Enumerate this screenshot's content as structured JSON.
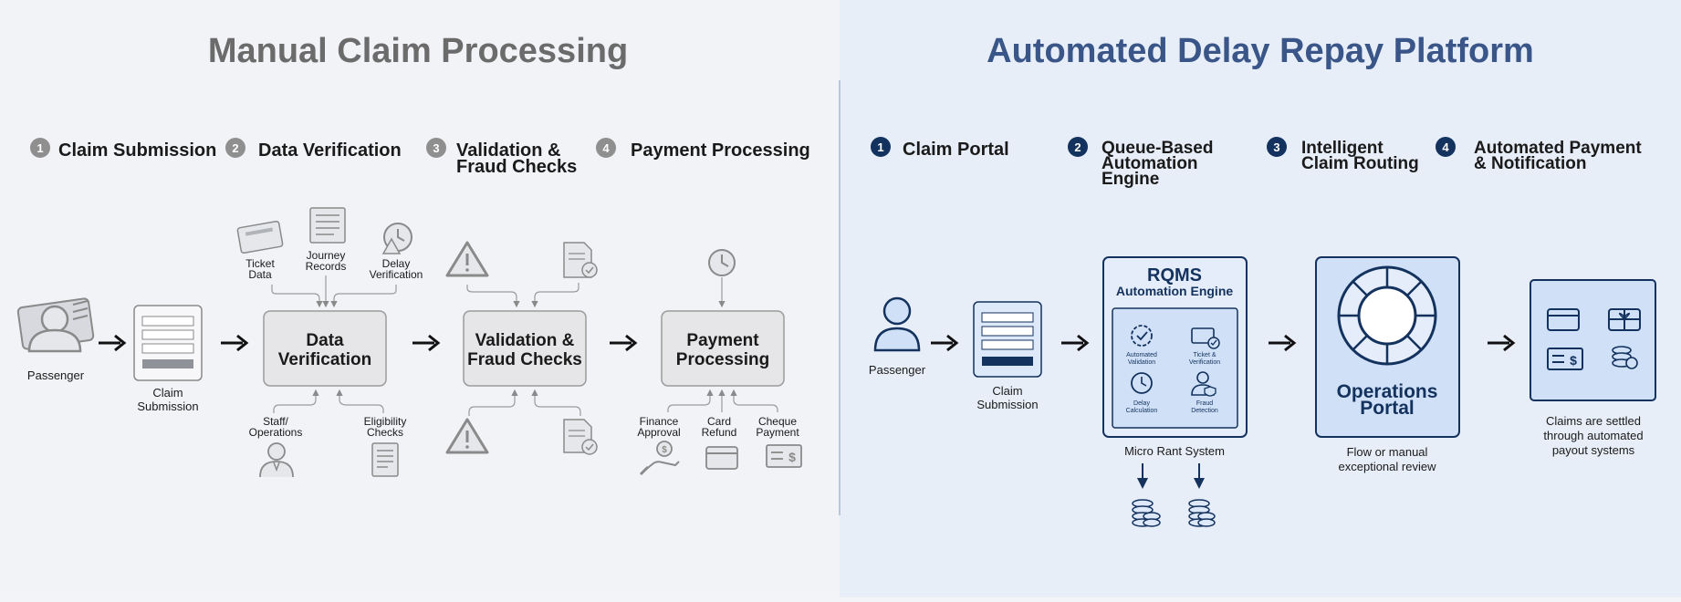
{
  "left": {
    "title": "Manual Claim Processing",
    "steps": [
      {
        "num": "1",
        "label": "Claim Submission"
      },
      {
        "num": "2",
        "label": "Data Verification"
      },
      {
        "num": "3",
        "label": "Validation &",
        "label2": "Fraud Checks"
      },
      {
        "num": "4",
        "label": "Payment Processing"
      }
    ],
    "passenger": "Passenger",
    "claim_submission": [
      "Claim",
      "Submission"
    ],
    "data_verification_box": [
      "Data",
      "Verification"
    ],
    "ticket_data": [
      "Ticket",
      "Data"
    ],
    "journey_records": [
      "Journey",
      "Records"
    ],
    "delay_verification": [
      "Delay",
      "Verification"
    ],
    "staff_operations": [
      "Staff/",
      "Operations"
    ],
    "eligibility_checks": [
      "Eligibility",
      "Checks"
    ],
    "validation_box": [
      "Validation &",
      "Fraud Checks"
    ],
    "payment_box": [
      "Payment",
      "Processing"
    ],
    "finance_approval": [
      "Finance",
      "Approval"
    ],
    "card_refund": [
      "Card",
      "Refund"
    ],
    "cheque_payment": [
      "Cheque",
      "Payment"
    ]
  },
  "right": {
    "title": "Automated Delay Repay Platform",
    "steps": [
      {
        "num": "1",
        "label": "Claim Portal"
      },
      {
        "num": "2",
        "label": "Queue-Based",
        "label2": "Automation",
        "label3": "Engine"
      },
      {
        "num": "3",
        "label": "Intelligent",
        "label2": "Claim Routing"
      },
      {
        "num": "4",
        "label": "Automated Payment",
        "label2": "& Notification"
      }
    ],
    "passenger": "Passenger",
    "claim_submission": [
      "Claim",
      "Submission"
    ],
    "rqms_title": "RQMS",
    "rqms_subtitle": "Automation Engine",
    "engine_tiles": [
      [
        "Automated",
        "Validation"
      ],
      [
        "Ticket &",
        "Verification"
      ],
      [
        "Delay",
        "Calculation"
      ],
      [
        "Fraud",
        "Detection"
      ]
    ],
    "micro_rant": "Micro Rant System",
    "ops_portal": [
      "Operations",
      "Portal"
    ],
    "ops_caption": [
      "Flow or manual",
      "exceptional review"
    ],
    "payout_caption": [
      "Claims are settled",
      "through automated",
      "payout systems"
    ]
  },
  "colors": {
    "left_bg": "#f2f3f7",
    "right_bg": "#e7eef8",
    "grey_title": "#6b6b6b",
    "navy": "#14325e",
    "navy_title": "#3a5688",
    "light_blue": "#cfe0f7",
    "panel_blue": "#dde8f8"
  }
}
